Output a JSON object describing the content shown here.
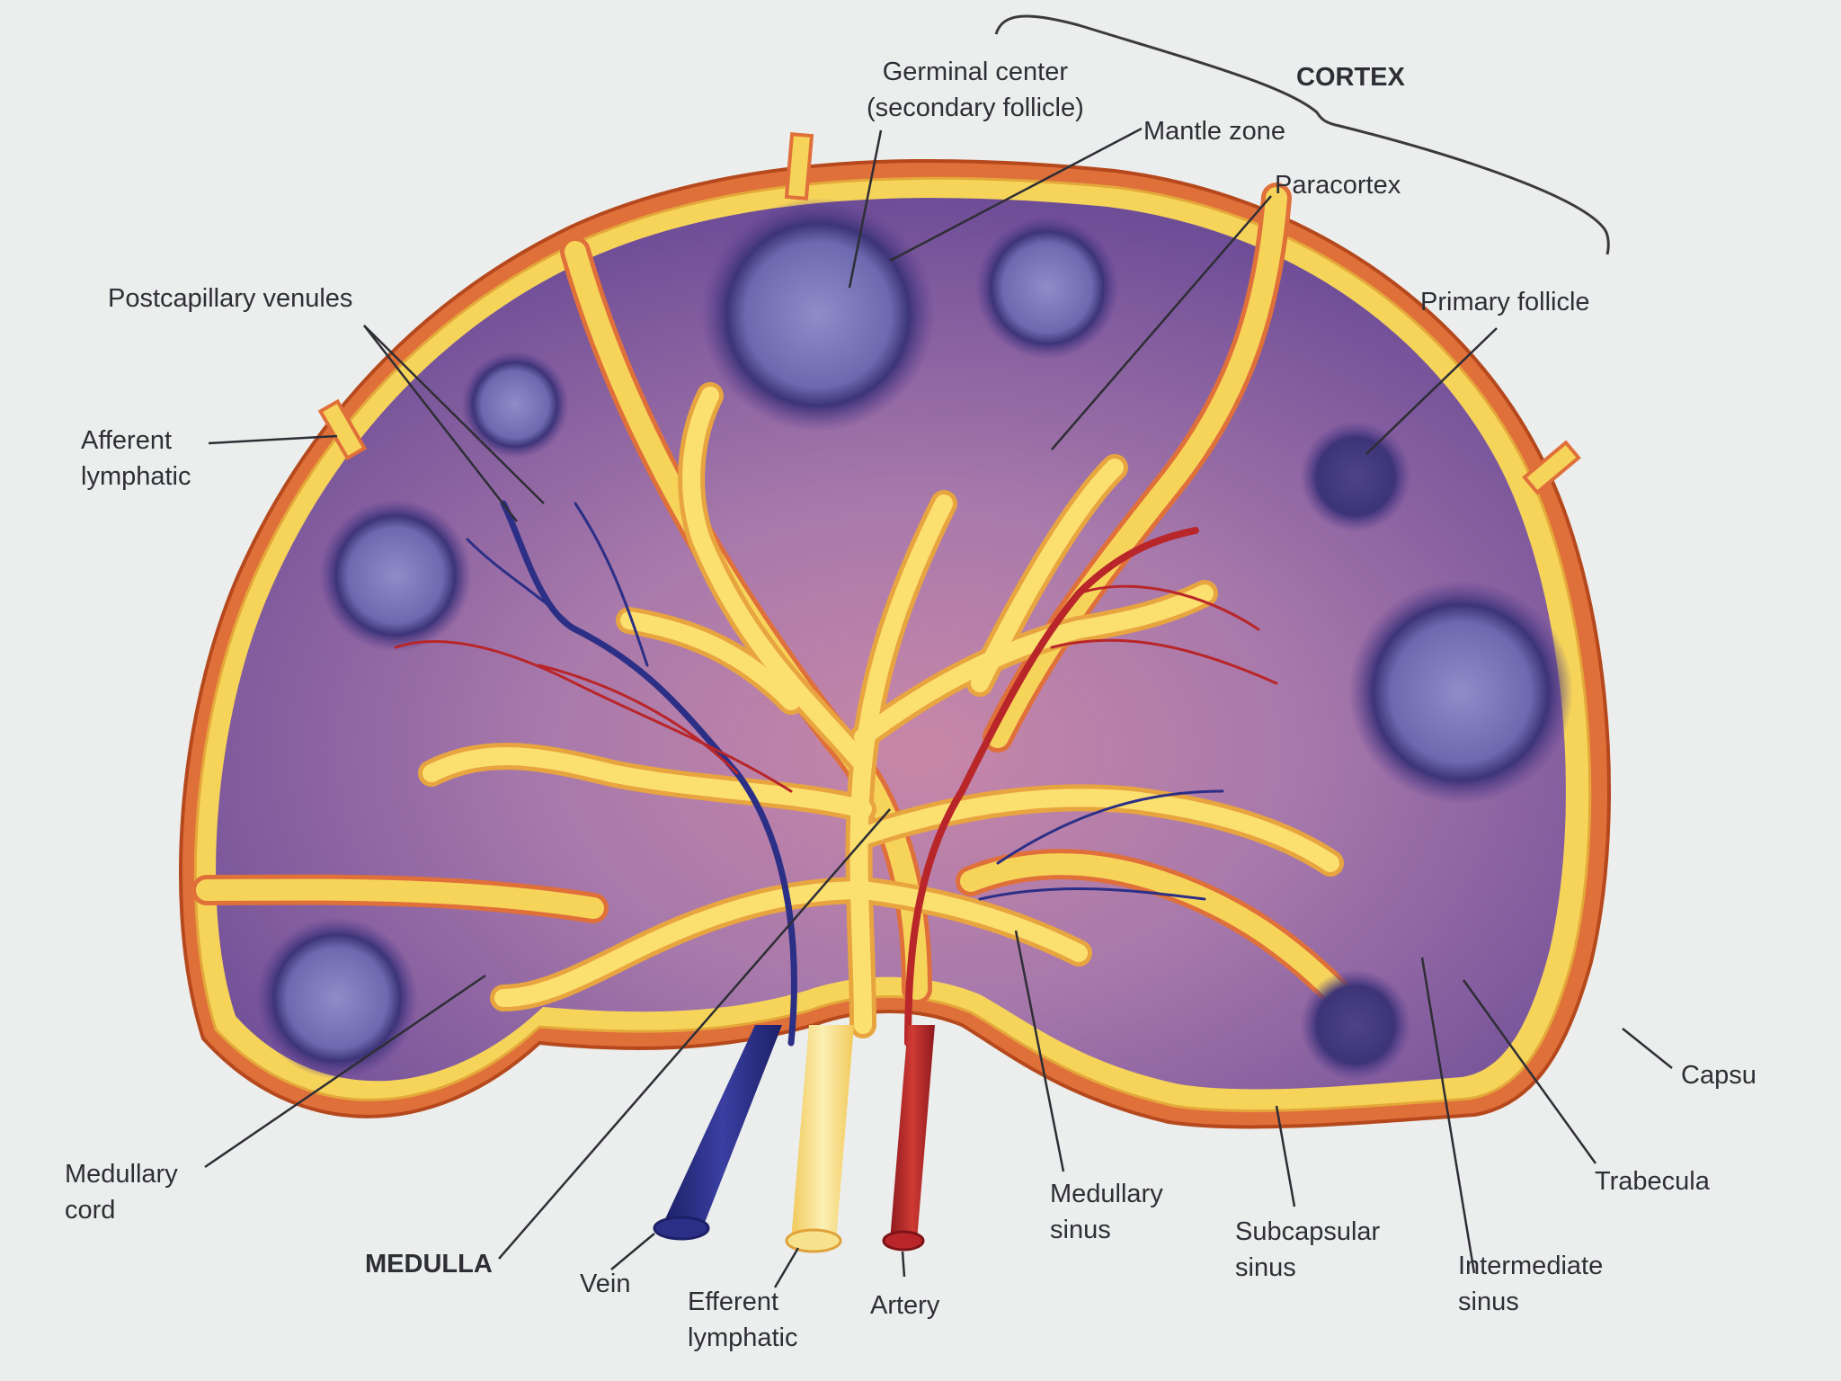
{
  "labels": {
    "germinal_center": "Germinal center\n(secondary follicle)",
    "cortex": "CORTEX",
    "mantle_zone": "Mantle zone",
    "paracortex": "Paracortex",
    "postcapillary_venules": "Postcapillary venules",
    "primary_follicle": "Primary follicle",
    "afferent_lymphatic": "Afferent\nlymphatic",
    "medullary_cord": "Medullary\ncord",
    "medulla": "MEDULLA",
    "vein": "Vein",
    "efferent_lymphatic": "Efferent\nlymphatic",
    "artery": "Artery",
    "medullary_sinus": "Medullary\nsinus",
    "subcapsular_sinus": "Subcapsular\nsinus",
    "intermediate_sinus": "Intermediate\nsinus",
    "trabecula": "Trabecula",
    "capsule": "Capsu"
  },
  "colors": {
    "background": "#eceeed",
    "capsule": "#e0703a",
    "sinus": "#f6d45a",
    "cortex": "#7d579e",
    "medulla": "#b07aa5",
    "follicle_dark": "#3d3478",
    "germinal": "#8f8cc8",
    "vein": "#2c2f86",
    "artery": "#b8262a",
    "efferent": "#f7e38d"
  }
}
